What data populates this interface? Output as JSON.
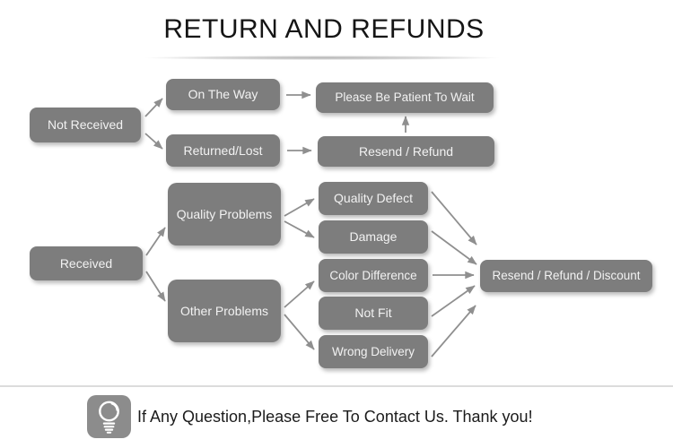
{
  "title": "RETURN AND REFUNDS",
  "nodes": {
    "not_received": "Not Received",
    "on_the_way": "On The Way",
    "returned_lost": "Returned/Lost",
    "please_wait": "Please Be Patient To Wait",
    "resend_refund": "Resend / Refund",
    "received": "Received",
    "quality_problems": "Quality Problems",
    "other_problems": "Other Problems",
    "quality_defect": "Quality Defect",
    "damage": "Damage",
    "color_difference": "Color Difference",
    "not_fit": "Not Fit",
    "wrong_delivery": "Wrong Delivery",
    "resend_refund_discount": "Resend / Refund / Discount"
  },
  "edges": [
    {
      "from": "not_received",
      "to": "on_the_way"
    },
    {
      "from": "not_received",
      "to": "returned_lost"
    },
    {
      "from": "on_the_way",
      "to": "please_wait"
    },
    {
      "from": "returned_lost",
      "to": "resend_refund"
    },
    {
      "from": "resend_refund",
      "to": "please_wait"
    },
    {
      "from": "received",
      "to": "quality_problems"
    },
    {
      "from": "received",
      "to": "other_problems"
    },
    {
      "from": "quality_problems",
      "to": "quality_defect"
    },
    {
      "from": "quality_problems",
      "to": "damage"
    },
    {
      "from": "other_problems",
      "to": "color_difference"
    },
    {
      "from": "other_problems",
      "to": "wrong_delivery"
    },
    {
      "from": "quality_defect",
      "to": "resend_refund_discount"
    },
    {
      "from": "damage",
      "to": "resend_refund_discount"
    },
    {
      "from": "color_difference",
      "to": "resend_refund_discount"
    },
    {
      "from": "not_fit",
      "to": "resend_refund_discount"
    },
    {
      "from": "wrong_delivery",
      "to": "resend_refund_discount"
    }
  ],
  "footer": {
    "icon": "lightbulb-icon",
    "text": "If Any Question,Please Free To Contact Us. Thank you!"
  },
  "colors": {
    "box": "#7d7d7d",
    "box_text": "#f2f2f2",
    "arrow": "#8f8f8f",
    "title": "#151515",
    "icon_bg": "#8c8c8c",
    "divider": "#dcdcdc",
    "footer_text": "#1b1b1b"
  }
}
